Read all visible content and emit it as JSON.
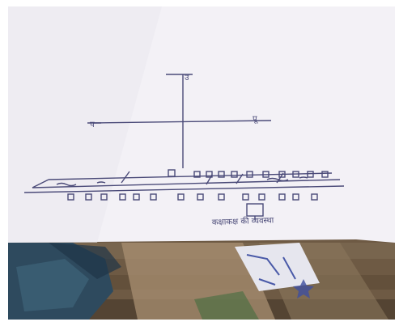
{
  "photo": {
    "description_hidden": false,
    "sketch": {
      "top_axis_label": "उ",
      "left_axis_label": "प",
      "right_axis_label": "पू",
      "bottom_caption": "कक्षाकक्ष की व्यवस्था"
    },
    "colors": {
      "paper": "#f3f1f6",
      "pencil": "#4a4a78",
      "wood": "#6e5a44",
      "cloth": "#2e4a5e"
    }
  }
}
